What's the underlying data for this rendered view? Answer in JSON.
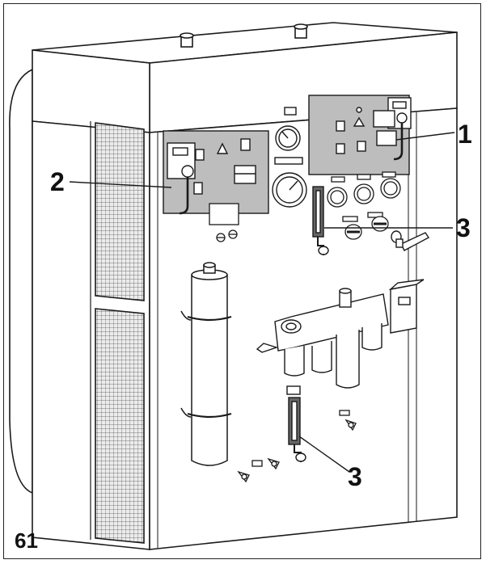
{
  "figure": {
    "number": "61",
    "callouts": [
      {
        "id": "c1",
        "label": "1"
      },
      {
        "id": "c2",
        "label": "2"
      },
      {
        "id": "c3a",
        "label": "3"
      },
      {
        "id": "c3b",
        "label": "3"
      }
    ]
  },
  "colors": {
    "line": "#1a1a1a",
    "panel_fill": "#bdbdbd",
    "mesh_fill": "#e6e6e6",
    "paper": "#ffffff"
  }
}
